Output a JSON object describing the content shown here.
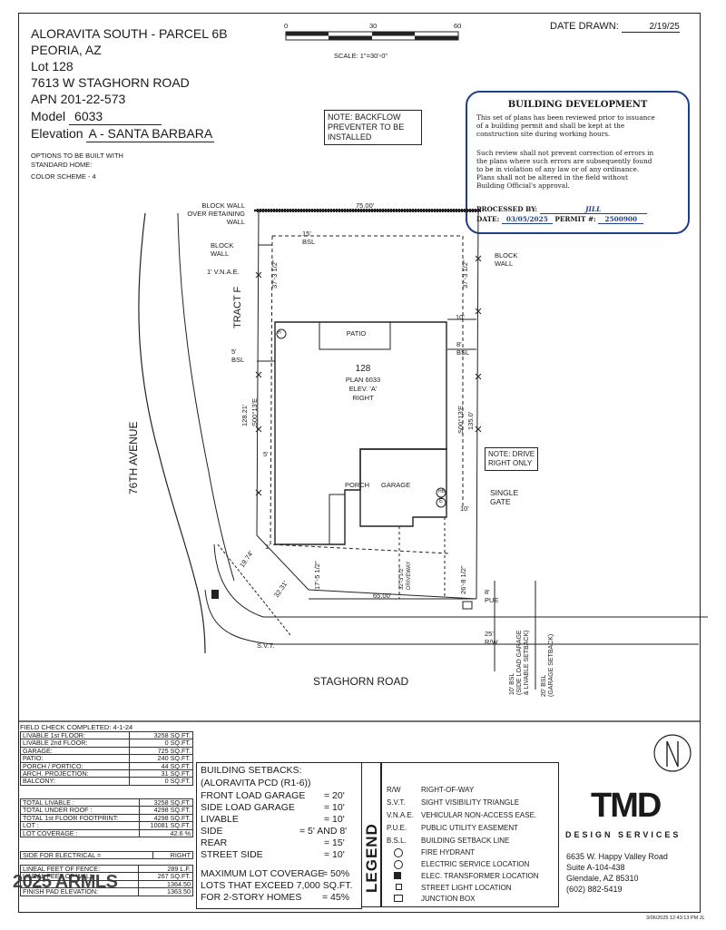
{
  "header": {
    "project": "ALORAVITA SOUTH - PARCEL 6B",
    "city": "PEORIA, AZ",
    "lot_label": "Lot",
    "lot": "128",
    "address": "7613 W STAGHORN ROAD",
    "apn": "APN 201-22-573",
    "model_label": "Model",
    "model": "6033",
    "elevation_label": "Elevation",
    "elevation": "A - SANTA BARBARA",
    "options_line1": "OPTIONS TO BE BUILT WITH",
    "options_line2": "STANDARD HOME:",
    "color_scheme": "COLOR SCHEME - 4"
  },
  "scale": {
    "ticks": [
      "0",
      "30",
      "60"
    ],
    "label": "SCALE: 1\"=30'-0\""
  },
  "date_drawn": {
    "label": "DATE DRAWN:",
    "value": "2/19/25"
  },
  "backflow_note": [
    "NOTE: BACKFLOW",
    "PREVENTER TO BE",
    "INSTALLED"
  ],
  "stamp": {
    "title": "BUILDING DEVELOPMENT",
    "para1": [
      "This set of plans has been reviewed prior to issuance",
      "of a building permit and shall be kept at the",
      "construction site during working hours."
    ],
    "para2": [
      "Such review shall not prevent correction of errors in",
      "the plans where such errors are subsequently found",
      "to be in violation of any law or of any ordinance.",
      "Plans shall not be altered in the field without",
      "Building Official's approval."
    ],
    "processed_label": "PROCESSED BY:",
    "processed_by": "JILL",
    "date_label": "DATE:",
    "date": "03/05/2025",
    "permit_label": "PERMIT #:",
    "permit": "2500900"
  },
  "site": {
    "block_wall_retaining": [
      "BLOCK WALL",
      "OVER RETAINING",
      "WALL"
    ],
    "block_wall_left": [
      "BLOCK",
      "WALL"
    ],
    "block_wall_right": [
      "BLOCK",
      "WALL"
    ],
    "vnae": "1' V.N.A.E.",
    "tract": "TRACT F",
    "top_dim": "75.00'",
    "bsl_15": [
      "15'",
      "BSL"
    ],
    "dim_37_left": "37'-3 1/2\"",
    "dim_37_right": "37'-3 1/2\"",
    "dim_10_top": "10'",
    "dim_8": [
      "8'",
      "BSL"
    ],
    "dim_5": [
      "5'",
      "BSL"
    ],
    "left_bearing": [
      "128.21'",
      "S00°13'E"
    ],
    "right_bearing": [
      "S00°13'E",
      "135.0'"
    ],
    "dim_5_lower": "5'",
    "dim_1": "1'",
    "lot_number": "128",
    "plan": "PLAN 6033",
    "elev": "ELEV. 'A'",
    "hand": "RIGHT",
    "patio": "PATIO",
    "garage": "GARAGE",
    "porch": "PORCH",
    "drive_note": [
      "NOTE: DRIVE",
      "RIGHT ONLY"
    ],
    "single_gate": [
      "SINGLE",
      "GATE"
    ],
    "dim_10_bottom": "10'",
    "dim_26": "26'-8 1/2\"",
    "dim_17": "17'-5 1/2\"",
    "driveway": [
      "32'-3 1/2\"",
      "DRIVEWAY"
    ],
    "front_dim": "65.00'",
    "corner_1": "19.74'",
    "corner_2": "32.31'",
    "svt": "S.V.T.",
    "avenue": "76TH AVENUE",
    "road": "STAGHORN ROAD",
    "pue": [
      "8'",
      "PUE"
    ],
    "rw": [
      "25'",
      "R/W"
    ],
    "bsl_10": [
      "10' BSL",
      "(SIDE LOAD GARAGE",
      "& LIVABLE SETBACK)"
    ],
    "bsl_20": [
      "20' BSL",
      "(GARAGE SETBACK)"
    ],
    "symbol_h": "H",
    "symbol_e": "E",
    "symbol_wb": "HB"
  },
  "areas": {
    "field_check": "FIELD CHECK COMPLETED: 4-1-24",
    "group1": [
      [
        "LIVABLE 1st FLOOR:",
        "3258 SQ.FT."
      ],
      [
        "LIVABLE 2nd FLOOR:",
        "0 SQ.FT."
      ],
      [
        "GARAGE:",
        "725 SQ.FT."
      ],
      [
        "PATIO:",
        "240 SQ.FT."
      ],
      [
        "PORCH / PORTICO:",
        "44 SQ.FT."
      ],
      [
        "ARCH. PROJECTION:",
        "31 SQ.FT."
      ],
      [
        "BALCONY:",
        "0 SQ.FT."
      ]
    ],
    "group2": [
      [
        "TOTAL LIVABLE :",
        "3258 SQ.FT."
      ],
      [
        "TOTAL UNDER ROOF :",
        "4298 SQ.FT."
      ],
      [
        "TOTAL 1st FLOOR FOOTPRINT:",
        "4298 SQ.FT."
      ],
      [
        "LOT :",
        "10081 SQ.FT."
      ],
      [
        "LOT COVERAGE :",
        "42.6 %"
      ]
    ],
    "group3": [
      [
        "SIDE FOR ELECTRICAL =",
        "RIGHT"
      ]
    ],
    "group4": [
      [
        "LINEAL FEET OF FENCE:",
        "289 L.F."
      ],
      [
        "LINEAL FEET OF WALL:",
        "267 SQ.FT."
      ],
      [
        "",
        "1364.50"
      ],
      [
        "FINISH PAD ELEVATION:",
        "1363.50"
      ]
    ]
  },
  "setbacks": {
    "title": "BUILDING SETBACKS:",
    "subtitle": "(ALORAVITA PCD (R1-6))",
    "rows": [
      [
        "FRONT LOAD GARAGE",
        "= 20'"
      ],
      [
        "SIDE LOAD GARAGE",
        "= 10'"
      ],
      [
        "LIVABLE",
        "= 10'"
      ],
      [
        "SIDE",
        "= 5' AND 8'"
      ],
      [
        "REAR",
        "= 15'"
      ],
      [
        "STREET SIDE",
        "= 10'"
      ]
    ],
    "coverage": [
      [
        "MAXIMUM LOT COVERAGE",
        "= 50%"
      ],
      [
        "LOTS THAT EXCEED 7,000 SQ.FT.",
        ""
      ],
      [
        "FOR 2-STORY HOMES",
        "= 45%"
      ]
    ]
  },
  "legend": {
    "title": "LEGEND",
    "items": [
      [
        "R/W",
        "RIGHT-OF-WAY"
      ],
      [
        "S.V.T.",
        "SIGHT VISIBILITY TRIANGLE"
      ],
      [
        "V.N.A.E.",
        "VEHICULAR NON-ACCESS EASE."
      ],
      [
        "P.U.E.",
        "PUBLIC UTILITY EASEMENT"
      ],
      [
        "B.S.L.",
        "BUILDING SETBACK LINE"
      ],
      [
        "",
        "FIRE HYDRANT"
      ],
      [
        "",
        "ELECTRIC SERVICE LOCATION"
      ],
      [
        "",
        "ELEC. TRANSFORMER LOCATION"
      ],
      [
        "",
        "STREET LIGHT LOCATION"
      ],
      [
        "",
        "JUNCTION BOX"
      ]
    ]
  },
  "company": {
    "logo": "TMD",
    "tagline": "DESIGN SERVICES",
    "address1": "6635 W. Happy Valley Road",
    "address2": "Suite A-104-438",
    "address3": "Glendale, AZ 85310",
    "phone": "(602) 882-5419"
  },
  "watermark": "2025 ARMLS",
  "footer_stamp": "3/06/2025 12:43:13 PM JL",
  "north": "N",
  "colors": {
    "stamp_blue": "#1e3f8a",
    "ink": "#1a1a1a"
  }
}
